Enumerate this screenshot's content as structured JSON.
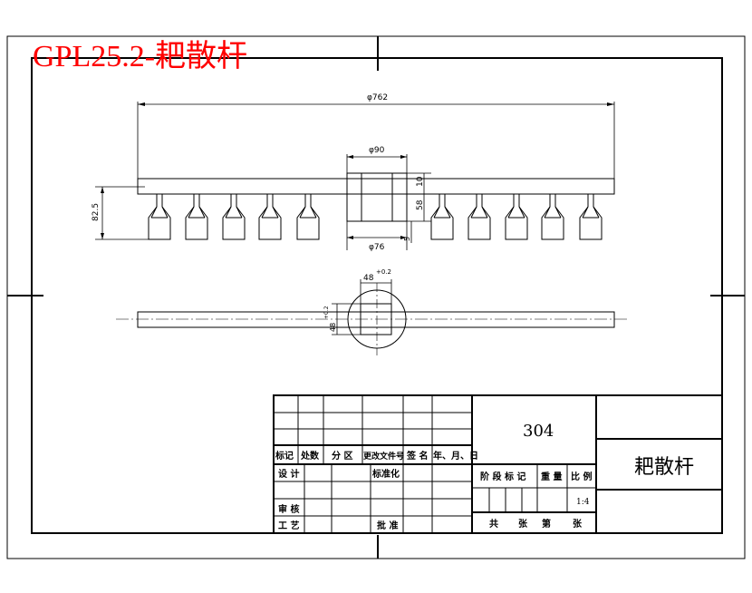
{
  "title": "GPL25.2-耙散杆",
  "colors": {
    "title": "#ff0000",
    "line": "#000000",
    "hatch": "#000000"
  },
  "dimensions": {
    "overall_length": "φ762",
    "hub_outer": "φ90",
    "hub_inner": "φ76",
    "hub_height_upper": "10",
    "hub_height_lower": "58",
    "hub_bottom_offset": "5",
    "tine_height": "82.5",
    "square_hole": "48",
    "square_hole_tol": "+0.2",
    "square_hole_side": "48",
    "square_hole_side_tol": "+0.2"
  },
  "title_block": {
    "material": "304",
    "part_name": "耙散杆",
    "row_headers": [
      "标记",
      "处数",
      "分 区",
      "更改文件号",
      "签 名",
      "年、月、日"
    ],
    "design": "设 计",
    "standardize": "标准化",
    "review": "审 核",
    "process": "工 艺",
    "approve": "批 准",
    "stage_mark": "阶 段 标 记",
    "weight": "重 量",
    "scale": "比 例",
    "scale_value": "1:4",
    "total": "共",
    "sheet_unit_total": "张",
    "page": "第",
    "sheet_unit_page": "张"
  }
}
